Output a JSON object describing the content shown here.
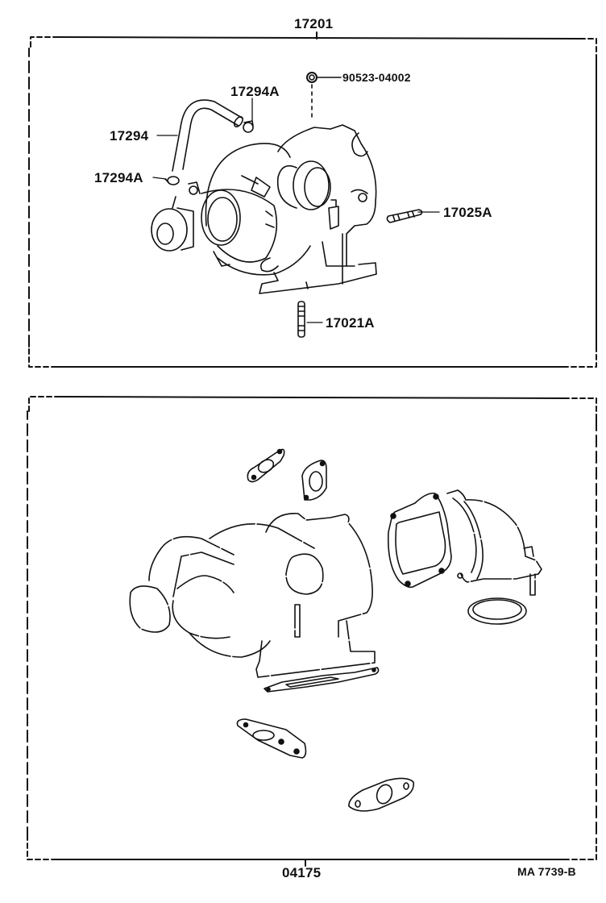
{
  "diagram": {
    "type": "exploded-parts-diagram",
    "subject": "turbocharger assembly and gasket kit",
    "colors": {
      "line": "#111111",
      "background": "#ffffff"
    },
    "top_group": {
      "assembly_label": "17201",
      "parts": [
        {
          "id": "p1",
          "label": "90523-04002",
          "description": "nut"
        },
        {
          "id": "p2",
          "label": "17294A",
          "description": "hose clamp (upper)"
        },
        {
          "id": "p3",
          "label": "17294",
          "description": "oil hose"
        },
        {
          "id": "p4",
          "label": "17294A",
          "description": "hose clamp (lower)"
        },
        {
          "id": "p5",
          "label": "17025A",
          "description": "stud"
        },
        {
          "id": "p6",
          "label": "17021A",
          "description": "stud"
        }
      ]
    },
    "bottom_group": {
      "assembly_label": "04175",
      "description": "gasket kit",
      "parts": [
        "gasket (2-bolt, upper left)",
        "gasket (2-bolt, upper center)",
        "elbow gasket",
        "exhaust elbow",
        "ring gasket",
        "flange gasket (long)",
        "gasket (3-bolt)",
        "gasket (2-bolt, lower)"
      ]
    },
    "figure_code": "MA 7739-B"
  }
}
